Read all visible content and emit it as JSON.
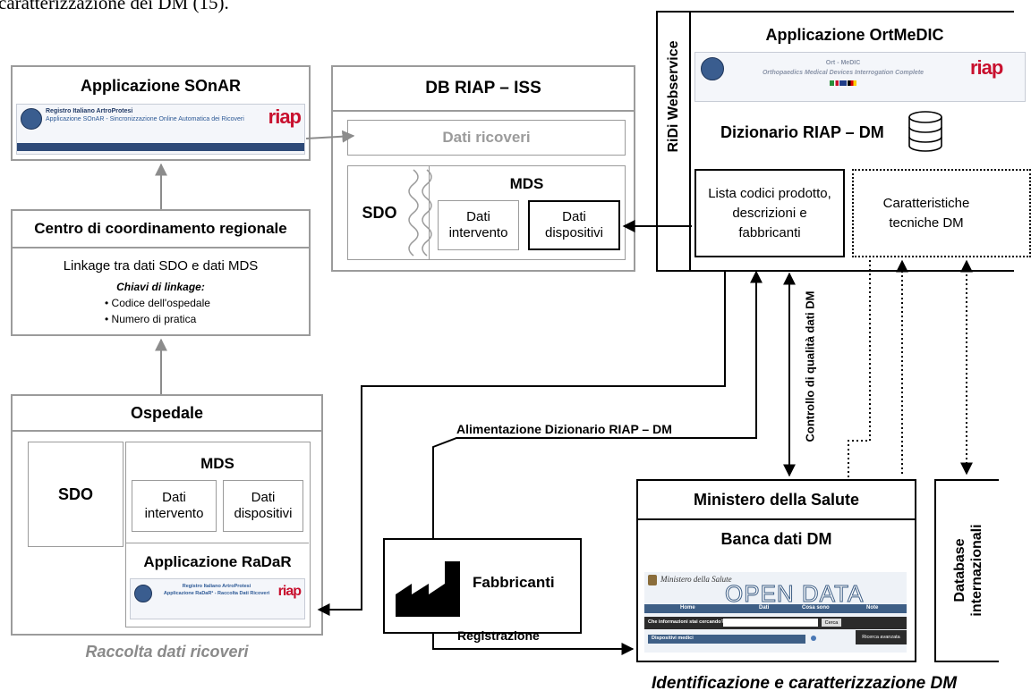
{
  "header_fragment": "caratterizzazione dei DM (15).",
  "sonar": {
    "title": "Applicazione SOnAR",
    "banner_line1": "Registro Italiano ArtroProtesi",
    "banner_line2": "Applicazione SOnAR - Sincronizzazione Online Automatica dei Ricoveri",
    "logo": "riap"
  },
  "centro": {
    "title": "Centro di coordinamento regionale",
    "linkage": "Linkage tra dati SDO e dati MDS",
    "keys_title": "Chiavi di linkage:",
    "keys": [
      "Codice dell'ospedale",
      "Numero di pratica"
    ]
  },
  "ospedale": {
    "title": "Ospedale",
    "sdo": "SDO",
    "mds": "MDS",
    "dati_intervento": "Dati intervento",
    "dati_dispositivi": "Dati dispositivi",
    "radar_title": "Applicazione RaDaR",
    "radar_line1": "Registro Italiano ArtroProtesi",
    "radar_line2": "Applicazione RaDaR² - Raccolta Dati Ricoveri",
    "logo": "riap"
  },
  "raccolta_caption": "Raccolta dati ricoveri",
  "db": {
    "title": "DB RIAP – ISS",
    "dati_ricoveri": "Dati ricoveri",
    "sdo": "SDO",
    "mds": "MDS",
    "dati_intervento": "Dati intervento",
    "dati_dispositivi": "Dati dispositivi"
  },
  "ridi": "RiDi Webservice",
  "ortmedic": {
    "title": "Applicazione OrtMeDIC",
    "banner_line1": "Ort - MeDIC",
    "banner_line2": "Orthopaedics Medical Devices Interrogation Complete",
    "logo": "riap",
    "dizionario": "Dizionario RIAP – DM",
    "lista": "Lista codici prodotto, descrizioni e fabbricanti",
    "caratteristiche": "Caratteristiche tecniche DM"
  },
  "labels": {
    "controllo": "Controllo di qualità dati DM",
    "alimentazione": "Alimentazione Dizionario RIAP – DM",
    "registrazione": "Registrazione"
  },
  "fabbricanti": "Fabbricanti",
  "ministero": {
    "title": "Ministero della Salute",
    "banca": "Banca dati DM",
    "od_brand": "Ministero della Salute",
    "od_title": "OPEN DATA",
    "od_nav": [
      "Home",
      "Dati",
      "Cosa sono",
      "Note"
    ],
    "od_search_label": "Che informazioni stai cercando?",
    "od_search_button": "Cerca",
    "od_advanced": "Ricerca avanzata",
    "od_list_item": "Dispositivi medici"
  },
  "database_int": "Database internazionali",
  "identificazione_caption": "Identificazione e caratterizzazione DM",
  "colors": {
    "box_gray": "#9b9b9b",
    "caption_gray": "#8a8a8a",
    "od_blue": "#3e5f86"
  }
}
